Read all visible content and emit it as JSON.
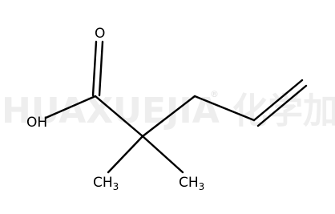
{
  "molecule": {
    "atoms": {
      "oxygen_carbonyl": "O",
      "hydroxyl": "OH",
      "methyl_left": {
        "main": "CH",
        "sub": "3"
      },
      "methyl_right": {
        "main": "CH",
        "sub": "3"
      }
    }
  },
  "watermark": {
    "latin": "HUAXUEJIA",
    "registered": "®",
    "cjk": "化学加"
  }
}
